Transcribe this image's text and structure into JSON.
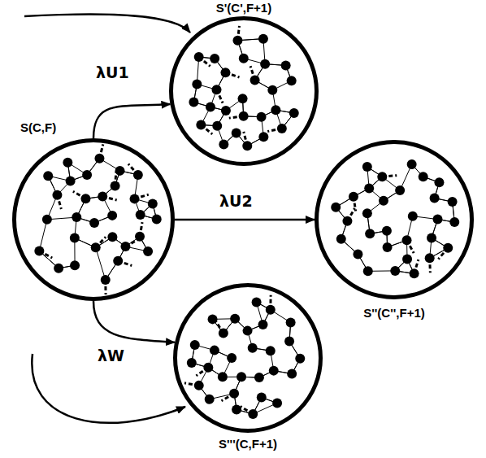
{
  "diagram": {
    "nodes": [
      {
        "text": [
          "S(C,F)"
        ]
      },
      {
        "text": [
          "S'(C',F+1)"
        ]
      },
      {
        "text": [
          "S''(C'',F+1)"
        ]
      },
      {
        "text": [
          "S'''(C,F+1)"
        ]
      }
    ],
    "edges": [
      {
        "from": 0,
        "to": 1,
        "label": "λU1",
        "arrow": "to"
      },
      {
        "from": 0,
        "to": 2,
        "label": "λU2",
        "arrow": "to"
      },
      {
        "from": 0,
        "to": 3,
        "label": "λW",
        "arrow": "to"
      }
    ]
  }
}
